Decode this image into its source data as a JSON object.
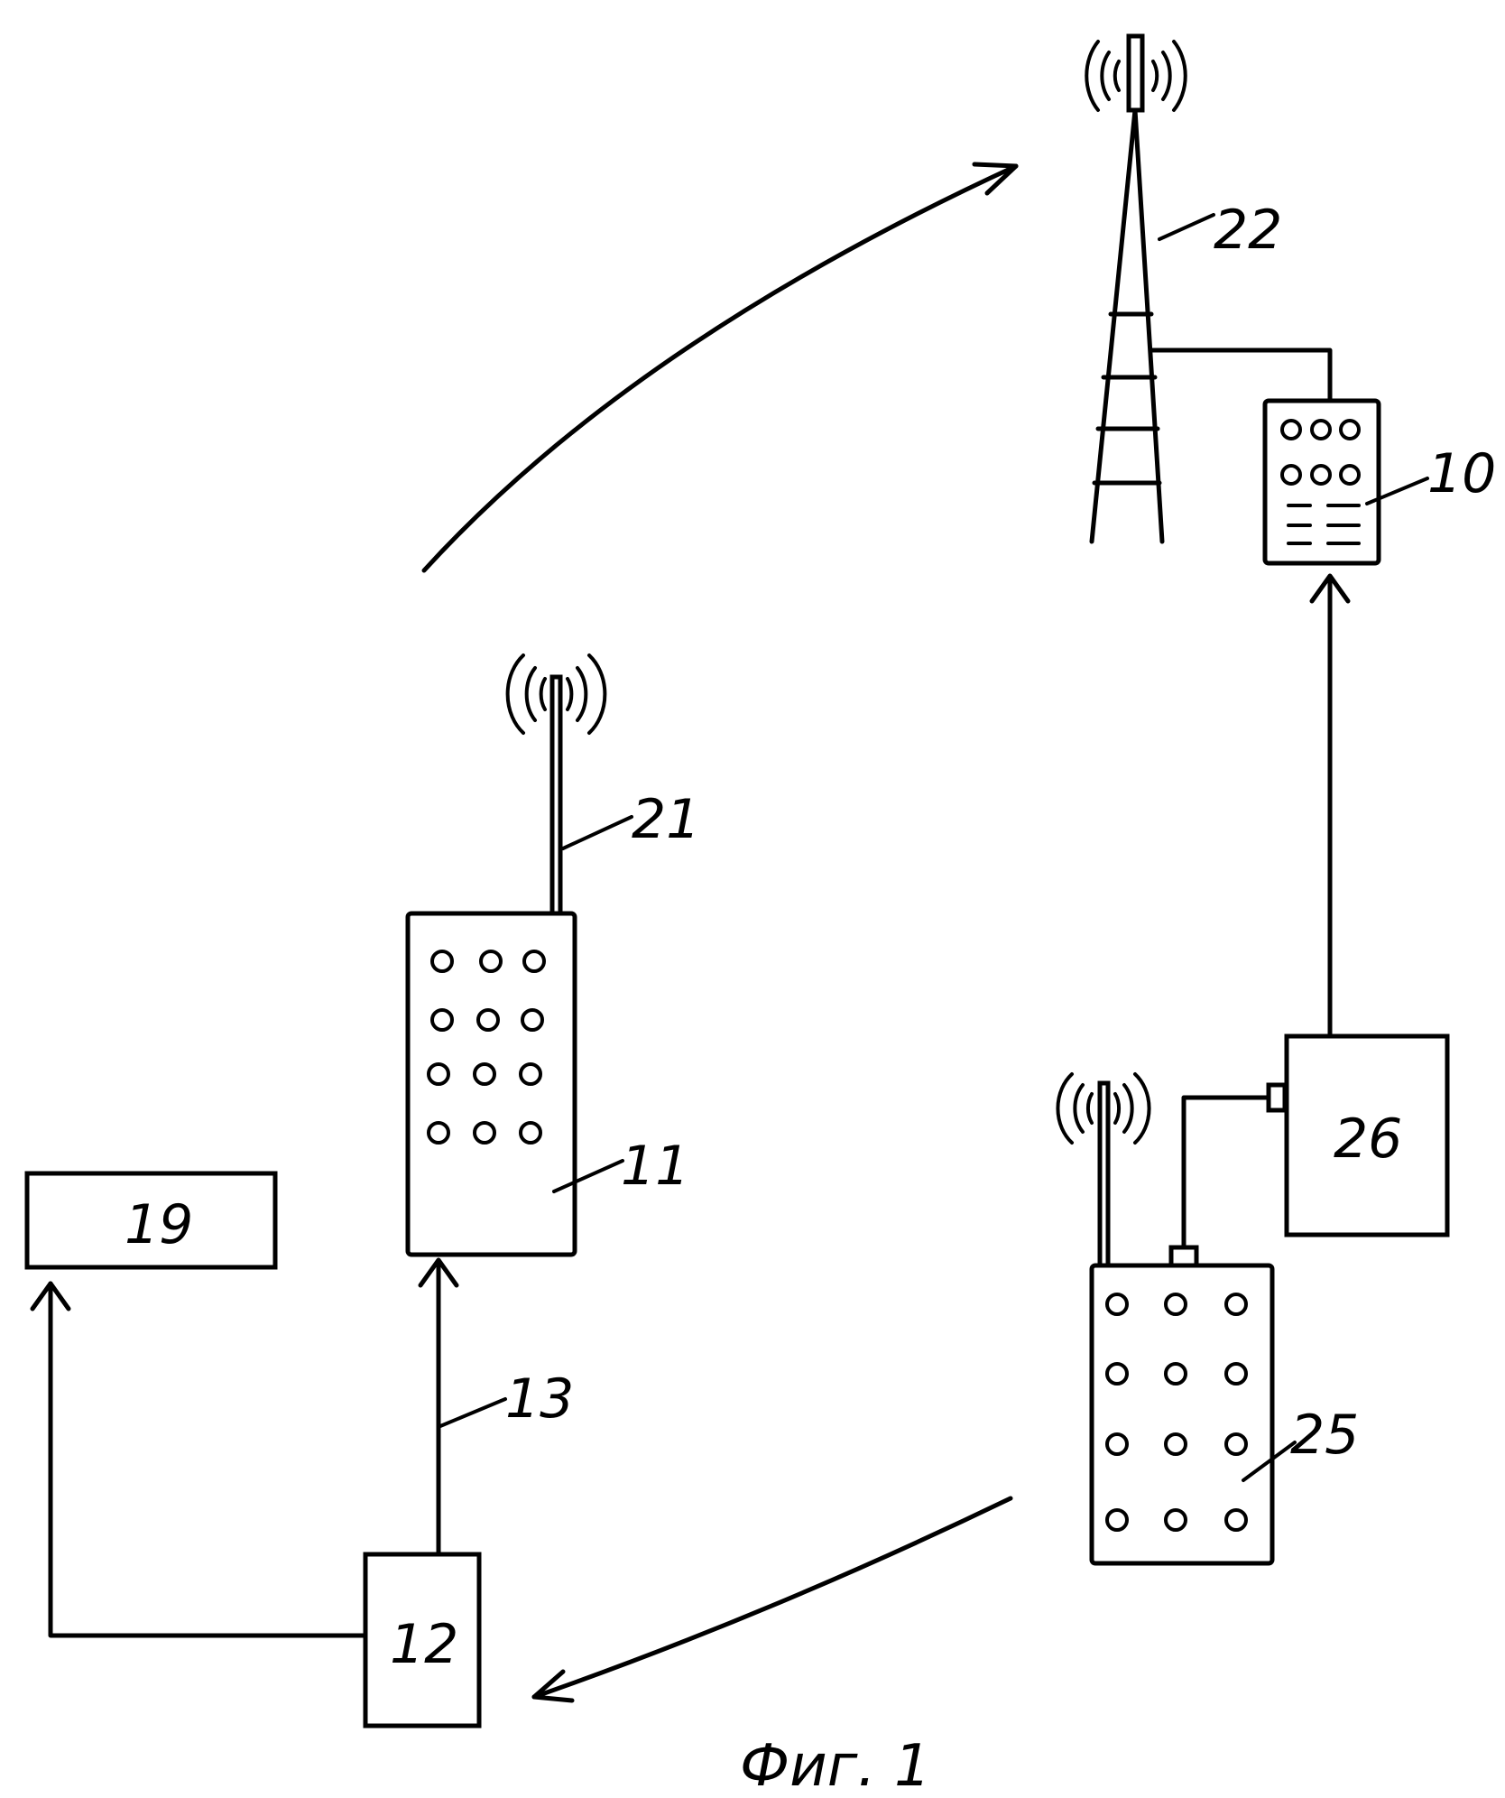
{
  "labels": {
    "n10": "10",
    "n11": "11",
    "n12": "12",
    "n13": "13",
    "n19": "19",
    "n21": "21",
    "n22": "22",
    "n25": "25",
    "n26": "26"
  },
  "caption": "Фиг. 1",
  "icons": [
    "antenna-tower-icon",
    "radio-waves-icon",
    "transceiver-device-icon",
    "signal-arrow-icon"
  ]
}
